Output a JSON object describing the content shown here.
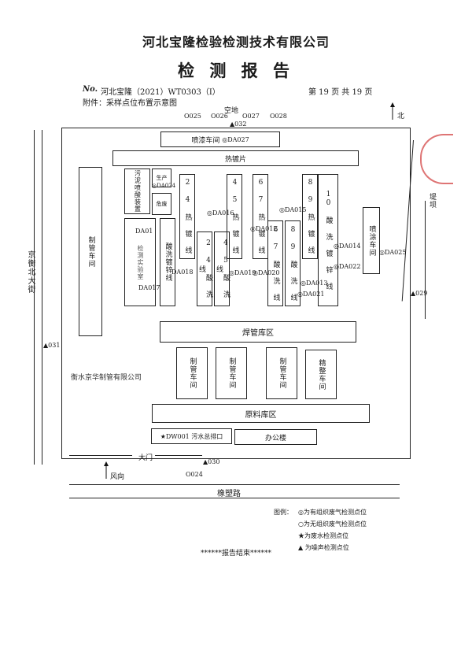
{
  "header": {
    "company": "河北宝隆检验检测技术有限公司",
    "title": "检 测 报 告",
    "report_no_label": "No.",
    "report_no": "河北宝隆（2021）WT0303（Ⅰ）",
    "page_info": "第 19 页 共 19 页",
    "attachment": "附件：采样点位布置示意图"
  },
  "map": {
    "top_label": "空地",
    "north": "北",
    "right_road": "堤坝",
    "left_road": "京衡北大街",
    "bottom_road": "橡塑路",
    "gate": "大门",
    "wind": "风向",
    "company_name": "衡水京华制管有限公司",
    "buildings": {
      "spray_paint": "喷漆车间",
      "hot_galv": "热镀片",
      "pipe_workshop_left": "制管车间",
      "paint_spray_device": "污泥喷酸装置",
      "small_box1": "生产",
      "small_box2": "危废",
      "lab": "检测实验室",
      "acid_pickling_line": "酸洗镀锌线",
      "line_24_hot": "2 4 热 镀 线",
      "line_24_acid": "2 4 酸 洗 线",
      "line_45_acid": "4 5 酸 洗 线",
      "line_45_hot": "4 5 热 镀 线",
      "line_67_hot": "6 7 热 镀 线",
      "line_67_acid": "6 7 酸 洗 线",
      "line_89_hot": "8 9 热 镀 线",
      "line_89_acid": "8 9 酸 洗 线",
      "line_10": "10 酸 洗 镀 锌 线",
      "spray_coat": "喷涂车间",
      "welded_pipe": "焊管库区",
      "pipe_ws1": "制管车间",
      "pipe_ws2": "制管车间",
      "pipe_ws3": "制管车间",
      "finishing": "精整车间",
      "raw_material": "原料库区",
      "drainage": "★DW001 污水总排口",
      "office": "办公楼"
    },
    "points": {
      "p025": "O025",
      "p026": "O026",
      "p027": "O027",
      "p028": "O028",
      "p032": "▲032",
      "da027": "◎DA027",
      "da024": "◎DA024",
      "da01x": "DA01",
      "da015": "◎DA015",
      "da016": "◎DA016",
      "da012": "◎DA012",
      "da017": "DA017",
      "da018": "DA018",
      "da019": "◎DA019",
      "da020": "◎DA020",
      "da014": "◎DA014",
      "da022": "◎DA022",
      "da013": "◎DA013",
      "da021": "◎DA021",
      "da025": "◎DA025",
      "p029": "▲029",
      "p031": "▲031",
      "p030": "▲030",
      "p024": "O024"
    }
  },
  "legend": {
    "title": "图例：",
    "items": [
      "◎为有组织废气检测点位",
      "○为无组织废气检测点位",
      "★为废水检测点位",
      "▲ 为噪声检测点位"
    ]
  },
  "footer": "******报告结束******"
}
